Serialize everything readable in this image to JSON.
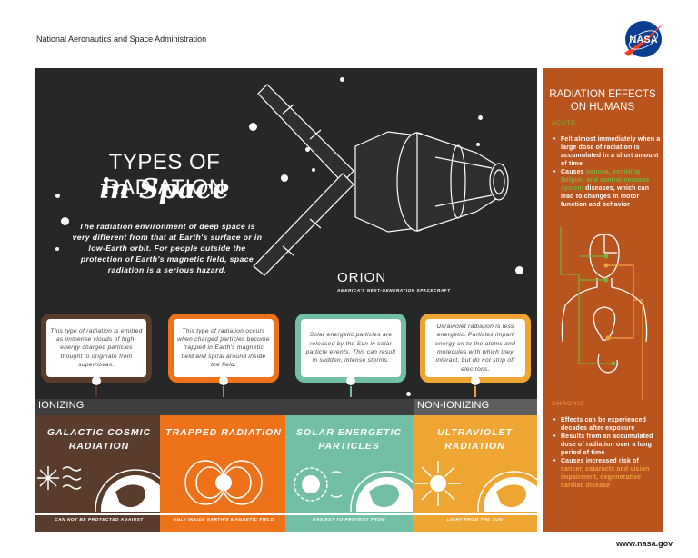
{
  "header": {
    "agency": "National Aeronautics and Space Administration",
    "logo_icon": "nasa-meatball-logo"
  },
  "hero": {
    "title_line1": "TYPES OF RADIATION",
    "title_line2": "in Space",
    "intro": "The radiation environment of deep space is very different from that at Earth's surface or in low-Earth orbit. For people outside the protection of Earth's magnetic field, space radiation is a serious hazard.",
    "spacecraft_name": "ORION",
    "spacecraft_tagline": "AMERICA'S NEXT-GENERATION SPACECRAFT"
  },
  "categories": {
    "ionizing": "IONIZING",
    "non_ionizing": "NON-IONIZING"
  },
  "types": [
    {
      "title": "GALACTIC COSMIC RADIATION",
      "description": "This type of radiation is emitted as immense clouds of high-energy charged particles thought to originate from supernovas.",
      "footer": "CAN NOT BE PROTECTED AGAINST",
      "color": "#5a3c2c",
      "icon": "cosmic-ray-earth-icon"
    },
    {
      "title": "TRAPPED RADIATION",
      "description": "This type of radiation occurs when charged particles become trapped in Earth's magnetic field and spiral around inside the field.",
      "footer": "ONLY INSIDE EARTH'S MAGNETIC FIELD",
      "color": "#ee7219",
      "icon": "magnetic-field-icon"
    },
    {
      "title": "SOLAR ENERGETIC PARTICLES",
      "description": "Solar energetic particles are released by the Sun in solar particle events. This can result in sudden, intense storms.",
      "footer": "EASIEST TO PROTECT FROM",
      "color": "#73bfa6",
      "icon": "solar-flare-earth-icon"
    },
    {
      "title": "ULTRAVIOLET RADIATION",
      "description": "Ultraviolet radiation is less energetic. Particles impart energy on to the atoms and molecules with which they interact, but do not strip off electrons.",
      "footer": "LIGHT FROM THE SUN",
      "color": "#eea531",
      "icon": "sun-earth-icon"
    }
  ],
  "effects": {
    "title": "RADIATION EFFECTS ON HUMANS",
    "acute": {
      "heading": "ACUTE",
      "items": [
        {
          "text": "Felt almost immediately when a large dose of radiation is accumulated in a short amount of time"
        },
        {
          "pre": "Causes ",
          "highlight": "nausea, vomiting fatigue, and central nervous system",
          "post": " diseases, which can lead to changes in motor function and behavior"
        }
      ]
    },
    "chronic": {
      "heading": "CHRONIC",
      "items": [
        {
          "text": "Effects can be experienced decades after exposure"
        },
        {
          "text": "Results from an accumulated dose of radiation over a long period of time"
        },
        {
          "pre": "Causes increased risk of ",
          "highlight": "cancer, cataracts and vision impairment, degenerative cardiac disease"
        }
      ]
    },
    "colors": {
      "acute": "#77b33c",
      "chronic": "#eea33e",
      "panel": "#b9541f"
    }
  },
  "footer": {
    "url": "www.nasa.gov"
  }
}
